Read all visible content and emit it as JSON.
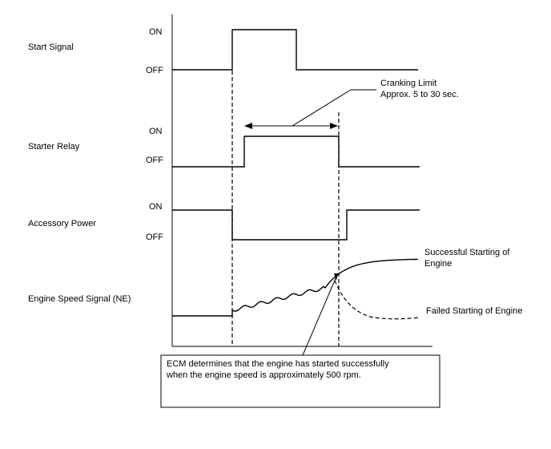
{
  "signals": {
    "start_signal": {
      "label": "Start Signal",
      "on_label": "ON",
      "off_label": "OFF"
    },
    "starter_relay": {
      "label": "Starter Relay",
      "on_label": "ON",
      "off_label": "OFF"
    },
    "accessory_power": {
      "label": "Accessory Power",
      "on_label": "ON",
      "off_label": "OFF"
    },
    "engine_speed": {
      "label": "Engine Speed Signal (NE)"
    }
  },
  "cranking_limit": {
    "line1": "Cranking Limit",
    "line2": "Approx. 5 to 30 sec."
  },
  "outcomes": {
    "success_line1": "Successful Starting of",
    "success_line2": "Engine",
    "failed": "Failed Starting of Engine"
  },
  "note": {
    "line1": "ECM determines that the engine has started successfully",
    "line2": "when the engine speed is approximately 500 rpm."
  }
}
